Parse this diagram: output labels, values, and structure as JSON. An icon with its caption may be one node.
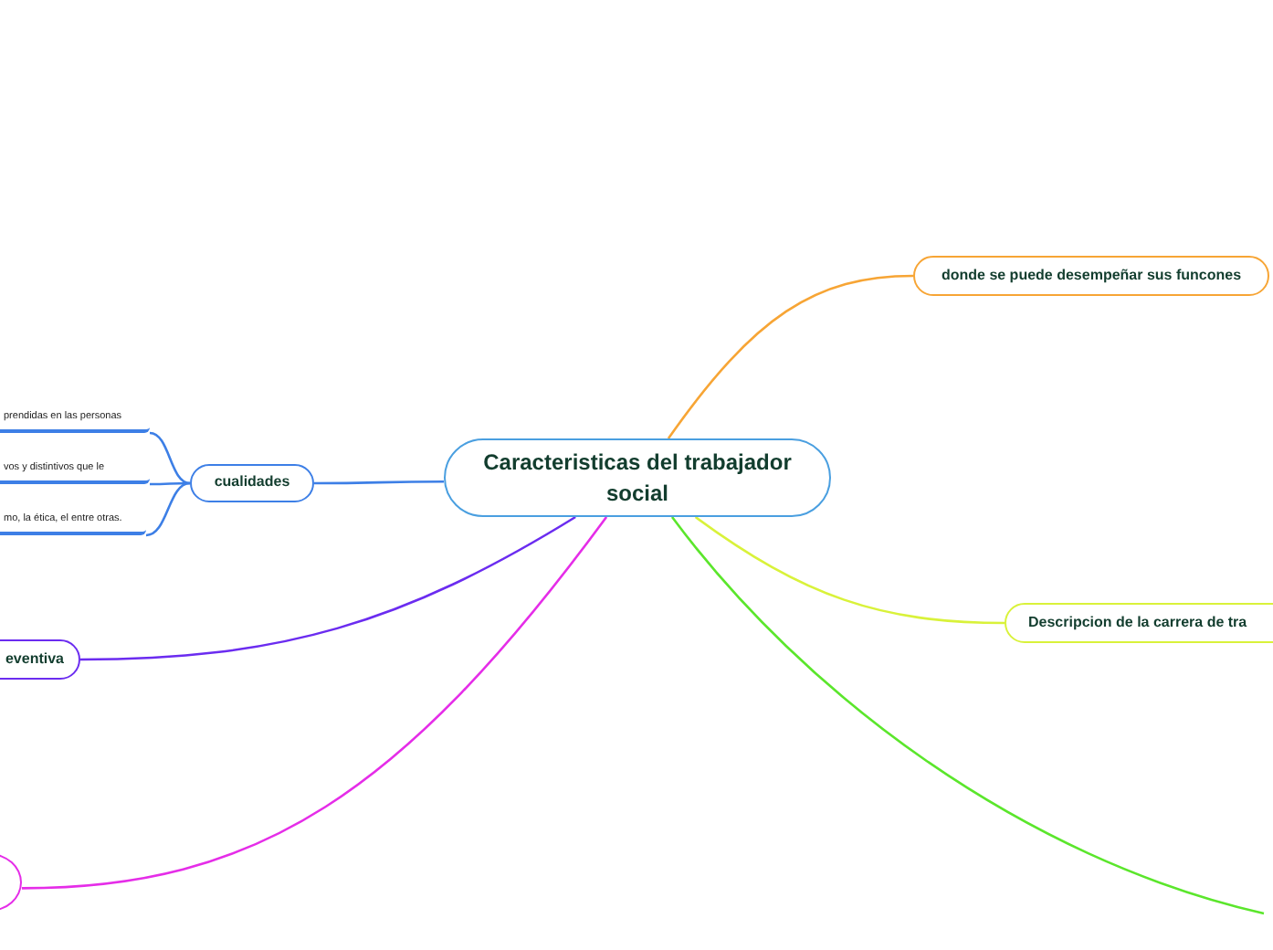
{
  "diagram": {
    "nodes": [
      {
        "text": [
          "Caracteristicas del trabajador social"
        ]
      },
      {
        "text": [
          "donde se puede desempeñar sus funcones"
        ]
      },
      {
        "text": [
          "Descripcion de la carrera de tra"
        ]
      },
      {
        "text": [
          "cualidades"
        ]
      },
      {
        "text": [
          "prendidas en las personas"
        ]
      },
      {
        "text": [
          "vos y distintivos que le"
        ]
      },
      {
        "text": [
          "mo, la ética, el entre otras."
        ]
      },
      {
        "text": [
          "eventiva"
        ]
      },
      {
        "text": [],
        "shape": "circle"
      }
    ],
    "edges": [
      {
        "from": 0,
        "to": 1,
        "arrow": "none",
        "color": "#f7a535"
      },
      {
        "from": 0,
        "to": 2,
        "arrow": "none",
        "color": "#d9f23a"
      },
      {
        "from": 0,
        "to": null,
        "arrow": "none",
        "color": "#5be62c"
      },
      {
        "from": 0,
        "to": 3,
        "arrow": "none",
        "color": "#3d7fe6"
      },
      {
        "from": 3,
        "to": 4,
        "arrow": "none",
        "color": "#3d7fe6"
      },
      {
        "from": 3,
        "to": 5,
        "arrow": "none",
        "color": "#3d7fe6"
      },
      {
        "from": 3,
        "to": 6,
        "arrow": "none",
        "color": "#3d7fe6"
      },
      {
        "from": 0,
        "to": 7,
        "arrow": "none",
        "color": "#6b2cf0"
      },
      {
        "from": 0,
        "to": 8,
        "arrow": "none",
        "color": "#e52de8"
      }
    ]
  }
}
